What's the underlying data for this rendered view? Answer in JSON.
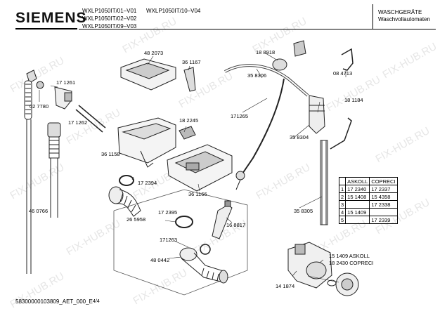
{
  "header": {
    "brand": "SIEMENS",
    "models_left": [
      "WXLP1050IT/01–V01",
      "WXLP1050IT/02–V02",
      "WXLP1050IT/09–V03"
    ],
    "model_right": "WXLP1050IT/10–V04",
    "category": [
      "WASCHGERÄTE",
      "Waschvollautomaten"
    ]
  },
  "watermark": "FIX-HUB.RU",
  "labels": {
    "p482073": "48 2073",
    "p361167": "36 1167",
    "p188918": "18 8918",
    "p358306": "35 8306",
    "p084713": "08 4713",
    "p171261": "17 1261",
    "p027780": "02 7780",
    "p171262": "17 1262",
    "p182245": "18 2245",
    "p171265": "171265",
    "p181184": "18 1184",
    "p358304": "35 8304",
    "p361158": "36 1158",
    "p172394": "17 2394",
    "p361166": "36 1166",
    "p460766": "46 0766",
    "p172395": "17 2395",
    "p265958": "26 5958",
    "p168817": "16 8817",
    "p358305": "35 8305",
    "p171263": "171263",
    "p480442": "48 0442",
    "p151409_askoll": "15 1409  ASKOLL",
    "p182430_copreci": "18 2430  COPRECI",
    "p141874": "14 1874"
  },
  "parts_table": {
    "headers": [
      "",
      "ASKOLL",
      "COPRECI"
    ],
    "rows": [
      [
        "1",
        "17 2340",
        "17 2337"
      ],
      [
        "2",
        "15 1408",
        "15 4358"
      ],
      [
        "3",
        "",
        "17 2338"
      ],
      [
        "4",
        "15 1409",
        ""
      ],
      [
        "5",
        "",
        "17 2339"
      ]
    ]
  },
  "footer": {
    "doc_id": "58300000103809_AET_000_E",
    "page": "4/4"
  }
}
